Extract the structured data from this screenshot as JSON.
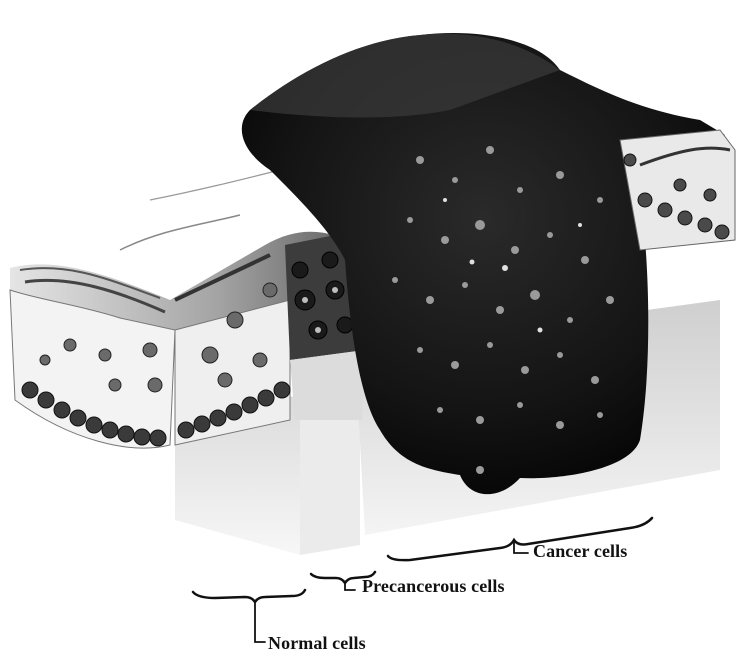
{
  "labels": {
    "cancer": "Cancer cells",
    "precancerous": "Precancerous cells",
    "normal": "Normal cells"
  },
  "colors": {
    "ink": "#111111",
    "tissue_dark": "#121212",
    "tissue_mid": "#5a5a5a",
    "tissue_light": "#d8d8d8",
    "paper": "#ffffff"
  }
}
